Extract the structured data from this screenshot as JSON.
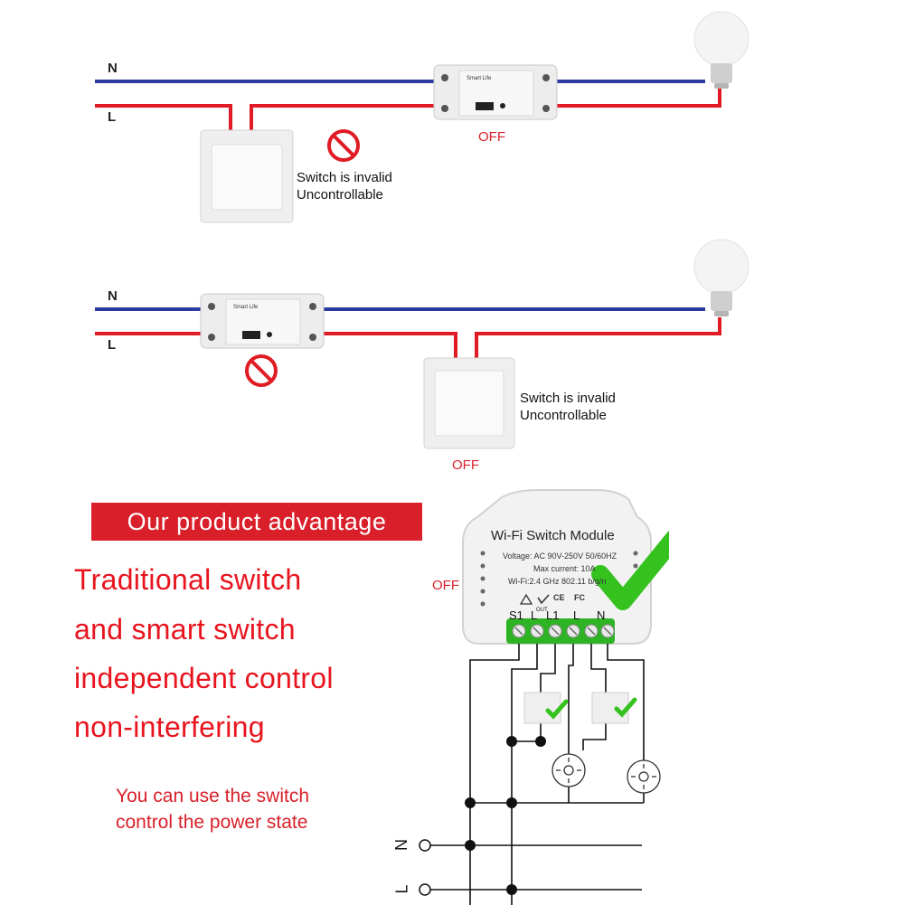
{
  "diagram1": {
    "label_n": "N",
    "label_l": "L",
    "status": "OFF",
    "note_line1": "Switch is invalid",
    "note_line2": "Uncontrollable",
    "relay_brand": "Smart Life"
  },
  "diagram2": {
    "label_n": "N",
    "label_l": "L",
    "status": "OFF",
    "note_line1": "Switch is invalid",
    "note_line2": "Uncontrollable",
    "relay_brand": "Smart Life"
  },
  "advantage": {
    "banner": "Our product advantage",
    "line1": "Traditional switch",
    "line2": "and smart switch",
    "line3": "independent control",
    "line4": "non-interfering",
    "note_line1": "You can use the switch",
    "note_line2": "control the power state",
    "status": "OFF"
  },
  "module": {
    "title": "Wi-Fi Switch Module",
    "voltage": "Voltage: AC 90V-250V   50/60HZ",
    "current": "Max current: 10A",
    "wifi": "Wi-Fi:2.4 GHz      802.11 b/g/n",
    "terminals": [
      "S1",
      "L",
      "L1",
      "L",
      "N"
    ],
    "terminal_sub": "OUT",
    "cert_marks": [
      "CE",
      "FC"
    ]
  },
  "wiring": {
    "label_n": "N",
    "label_l": "L"
  },
  "colors": {
    "neutral_wire": "#2a3a9e",
    "live_wire": "#e01b24",
    "accent": "#d9202a",
    "check": "#35c21f"
  }
}
